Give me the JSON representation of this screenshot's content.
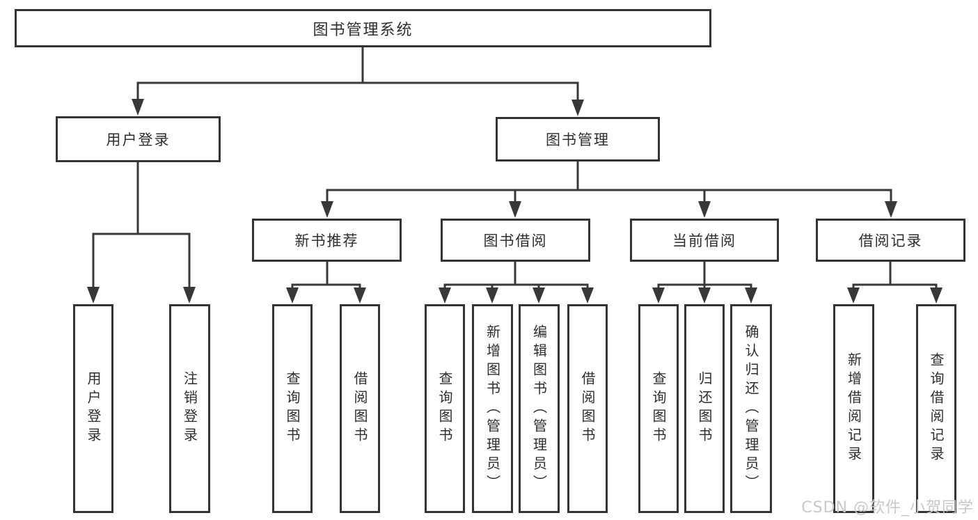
{
  "colors": {
    "background": "#ffffff",
    "line": "#383838",
    "box_border": "#343434",
    "text": "#2e2e2e",
    "watermark": "#c8c8c8"
  },
  "watermark": {
    "text": "CSDN @软件_小贺同学"
  },
  "tree": {
    "label": "图书管理系统",
    "children": [
      {
        "label": "用户登录",
        "children": [
          {
            "label": "用户登录"
          },
          {
            "label": "注销登录"
          }
        ]
      },
      {
        "label": "图书管理",
        "children": [
          {
            "label": "新书推荐",
            "children": [
              {
                "label": "查询图书"
              },
              {
                "label": "借阅图书"
              }
            ]
          },
          {
            "label": "图书借阅",
            "children": [
              {
                "label": "查询图书"
              },
              {
                "label": "新增图书（管理员）"
              },
              {
                "label": "编辑图书（管理员）"
              },
              {
                "label": "借阅图书"
              }
            ]
          },
          {
            "label": "当前借阅",
            "children": [
              {
                "label": "查询图书"
              },
              {
                "label": "归还图书"
              },
              {
                "label": "确认归还（管理员）"
              }
            ]
          },
          {
            "label": "借阅记录",
            "children": [
              {
                "label": "新增借阅记录"
              },
              {
                "label": "查询借阅记录"
              }
            ]
          }
        ]
      }
    ]
  }
}
